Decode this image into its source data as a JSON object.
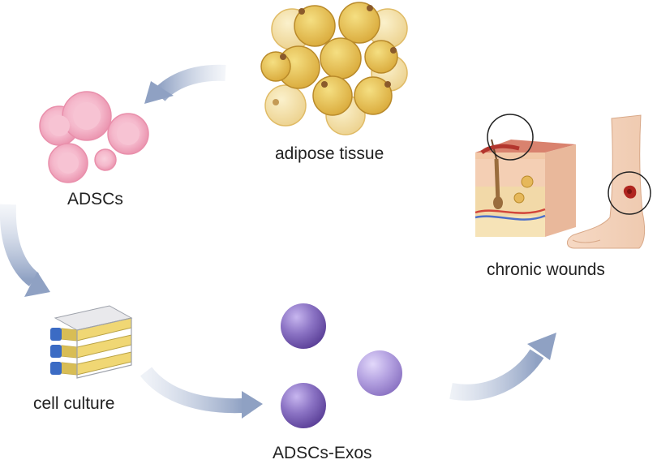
{
  "labels": {
    "adipose": "adipose tissue",
    "adscs": "ADSCs",
    "culture": "cell culture",
    "exos": "ADSCs-Exos",
    "wounds": "chronic wounds"
  },
  "colors": {
    "arrow": "#9aaac8",
    "fat_cell": "#e8c34e",
    "fat_light": "#f3dea0",
    "adsc_pink": "#f4b3c8",
    "exo_purple": "#8b73c4",
    "flask_yellow": "#f0d774",
    "flask_cap": "#3b6bc4"
  },
  "icons": {
    "adipose": "adipose-tissue-icon",
    "adscs": "adscs-cells-icon",
    "culture": "cell-culture-flasks-icon",
    "exos": "exosome-vesicles-icon",
    "skin": "skin-cross-section-icon",
    "leg": "leg-wound-icon"
  }
}
